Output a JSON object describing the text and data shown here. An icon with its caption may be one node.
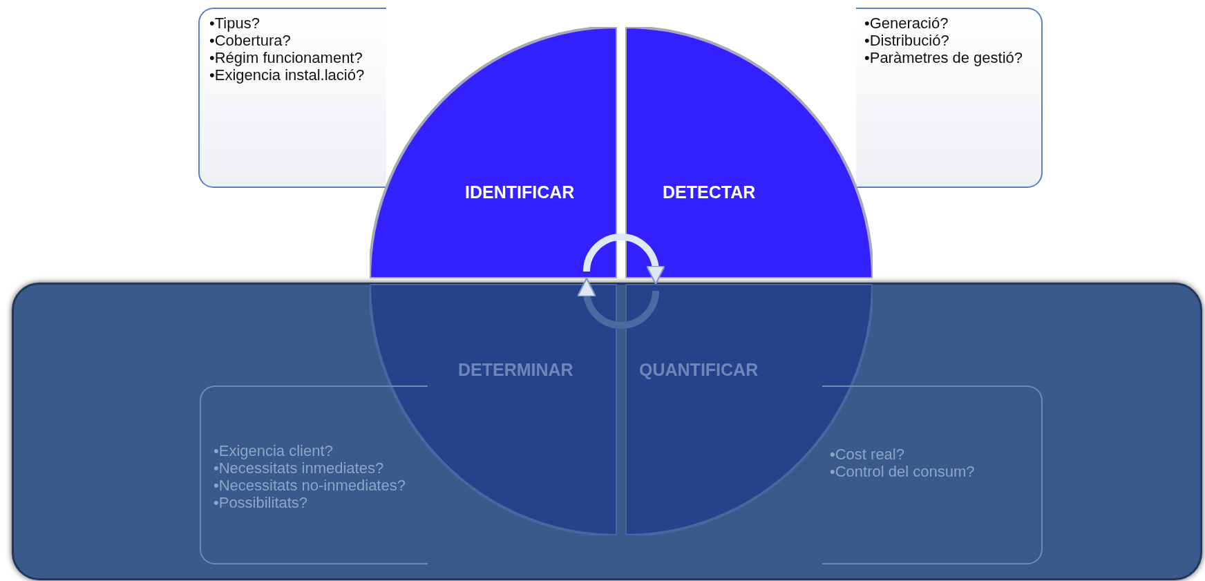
{
  "diagram": {
    "nodes": [
      {
        "text": [
          "•Tipus?",
          "•Cobertura?",
          "•Régim funcionament?",
          "•Exigencia instal.lació?"
        ]
      },
      {
        "text": [
          "•Generació?",
          "•Distribució?",
          "•Paràmetres de gestió?"
        ]
      },
      {
        "text": [
          "IDENTIFICAR"
        ]
      },
      {
        "text": [
          "DETECTAR"
        ]
      },
      {
        "text": [
          "DETERMINAR"
        ]
      },
      {
        "text": [
          "QUANTIFICAR"
        ]
      },
      {
        "text": [
          "•Exigencia client?",
          "•Necessitats inmediates?",
          "•Necessitats no-inmediates?",
          "•Possibilitats?"
        ]
      },
      {
        "text": [
          "•Cost real?",
          "•Control del consum?"
        ]
      }
    ],
    "edges": [
      {
        "from": 2,
        "to": 3,
        "arrow": "to"
      },
      {
        "from": 5,
        "to": 4,
        "arrow": "to",
        "color": "#4d6aa0"
      }
    ]
  }
}
